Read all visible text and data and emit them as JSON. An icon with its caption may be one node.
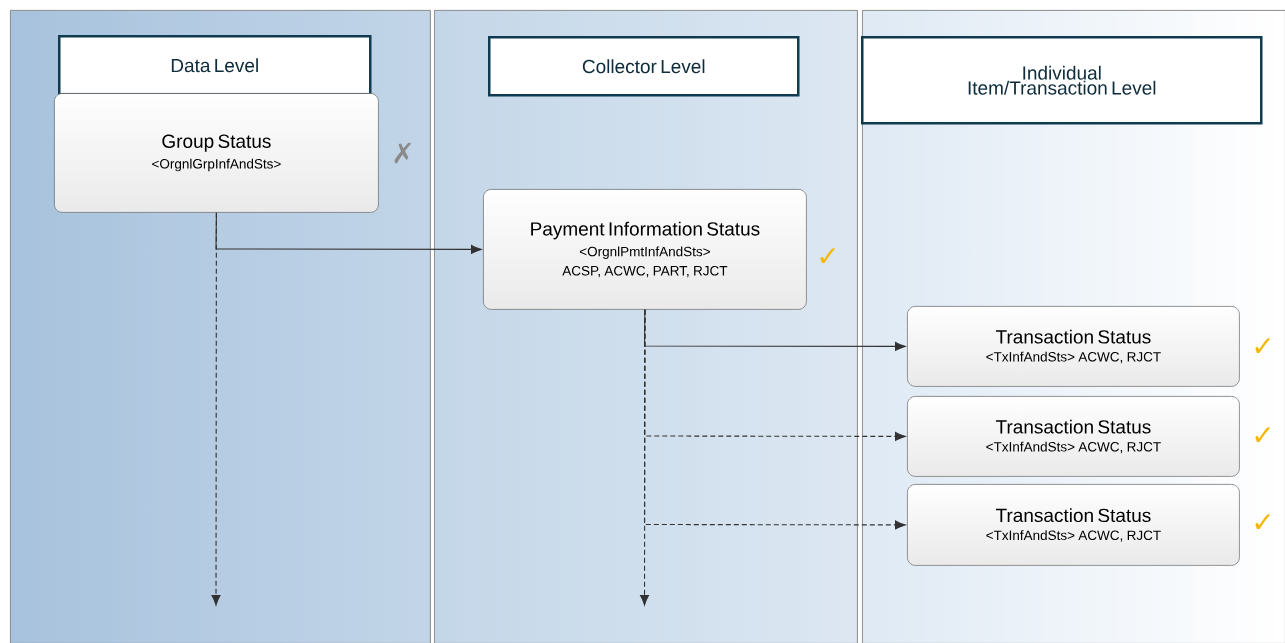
{
  "diagram": {
    "nodes": [
      {
        "text": [],
        "shape": "band"
      },
      {
        "text": [],
        "shape": "band"
      },
      {
        "text": [],
        "shape": "band"
      },
      {
        "text": [
          "Data Level"
        ],
        "in": 0
      },
      {
        "text": [
          "Collector Level"
        ],
        "in": 1
      },
      {
        "text": [
          "Individual Item/Transaction Level"
        ],
        "in": 2
      },
      {
        "text": [
          "Group Status",
          "<OrgnlGrpInfAndSts>"
        ],
        "in": 0,
        "beside": [
          "✗"
        ]
      },
      {
        "text": [
          "Payment Information Status",
          "<OrgnlPmtInfAndSts>",
          "ACSP, ACWC, PART, RJCT"
        ],
        "in": 1,
        "beside": [
          "✓"
        ]
      },
      {
        "text": [
          "Transaction Status",
          "<TxInfAndSts> ACWC, RJCT"
        ],
        "in": 2,
        "beside": [
          "✓"
        ]
      },
      {
        "text": [
          "Transaction Status",
          "<TxInfAndSts> ACWC, RJCT"
        ],
        "in": 2,
        "beside": [
          "✓"
        ]
      },
      {
        "text": [
          "Transaction Status",
          "<TxInfAndSts> ACWC, RJCT"
        ],
        "in": 2,
        "beside": [
          "✓"
        ]
      }
    ],
    "edges": [
      {
        "from": 6,
        "to": 7,
        "arrow": "to"
      },
      {
        "from": 6,
        "to": null,
        "arrow": "to",
        "style": "dashed"
      },
      {
        "from": 7,
        "to": 8,
        "arrow": "to"
      },
      {
        "from": 7,
        "to": 9,
        "arrow": "to",
        "style": "dashed"
      },
      {
        "from": 7,
        "to": 10,
        "arrow": "to",
        "style": "dashed"
      },
      {
        "from": 7,
        "to": null,
        "arrow": "to",
        "style": "dashed"
      }
    ]
  }
}
